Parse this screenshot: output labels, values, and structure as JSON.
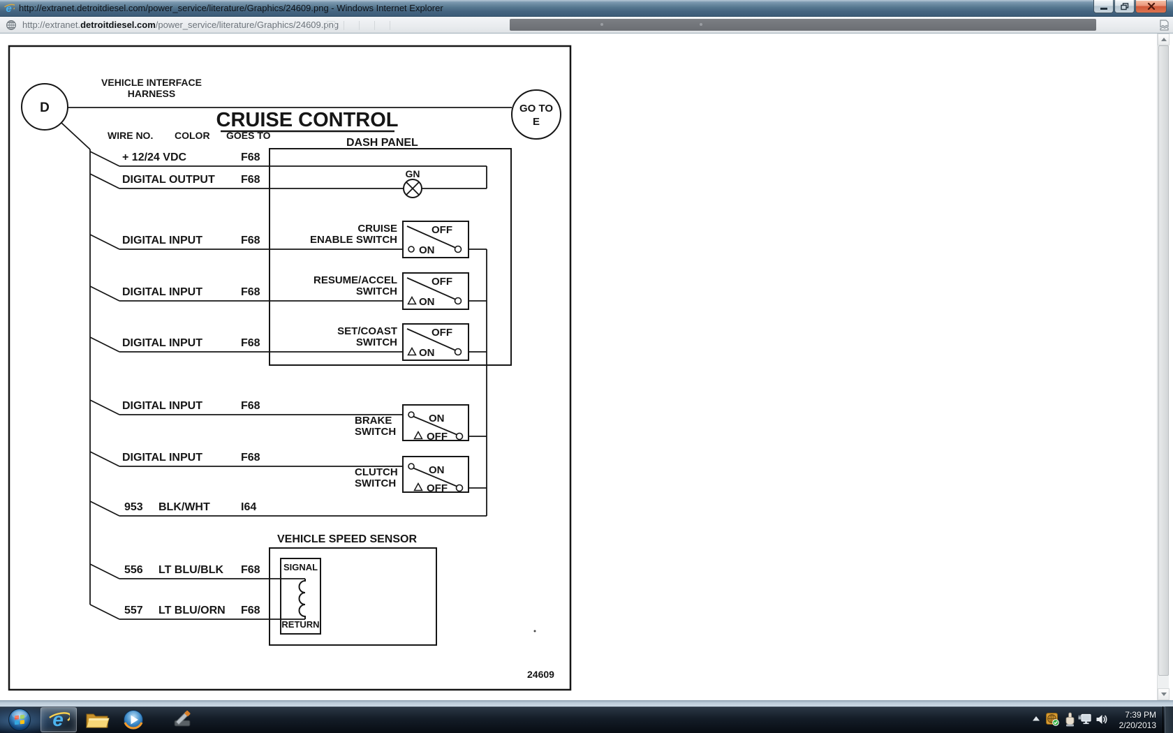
{
  "window": {
    "title": "http://extranet.detroitdiesel.com/power_service/literature/Graphics/24609.png - Windows Internet Explorer"
  },
  "address_bar": {
    "url_prefix": "http://extranet.",
    "url_domain": "detroitdiesel.com",
    "url_path": "/power_service/literature/Graphics/24609.png"
  },
  "diagram": {
    "connector_left": "D",
    "harness_line1": "VEHICLE INTERFACE",
    "harness_line2": "HARNESS",
    "title": "CRUISE CONTROL",
    "connector_right_line1": "GO TO",
    "connector_right_line2": "E",
    "columns": {
      "wire_no": "WIRE NO.",
      "color": "COLOR",
      "goes_to": "GOES TO"
    },
    "dash_panel_label": "DASH PANEL",
    "lamp_label": "GN",
    "rows": [
      {
        "label": "+ 12/24 VDC",
        "goes_to": "F68"
      },
      {
        "label": "DIGITAL OUTPUT",
        "goes_to": "F68"
      },
      {
        "label": "DIGITAL INPUT",
        "goes_to": "F68"
      },
      {
        "label": "DIGITAL INPUT",
        "goes_to": "F68"
      },
      {
        "label": "DIGITAL INPUT",
        "goes_to": "F68"
      },
      {
        "label": "DIGITAL INPUT",
        "goes_to": "F68"
      },
      {
        "label": "DIGITAL INPUT",
        "goes_to": "F68"
      },
      {
        "wire_no": "953",
        "color": "BLK/WHT",
        "goes_to": "I64"
      },
      {
        "wire_no": "556",
        "color": "LT BLU/BLK",
        "goes_to": "F68"
      },
      {
        "wire_no": "557",
        "color": "LT BLU/ORN",
        "goes_to": "F68"
      }
    ],
    "switches": [
      {
        "name_line1": "CRUISE",
        "name_line2": "ENABLE SWITCH",
        "top_label": "OFF",
        "bottom_label": "ON"
      },
      {
        "name_line1": "RESUME/ACCEL",
        "name_line2": "SWITCH",
        "top_label": "OFF",
        "bottom_label": "ON"
      },
      {
        "name_line1": "SET/COAST",
        "name_line2": "SWITCH",
        "top_label": "OFF",
        "bottom_label": "ON"
      },
      {
        "name_line1": "BRAKE",
        "name_line2": "SWITCH",
        "top_label": "ON",
        "bottom_label": "OFF"
      },
      {
        "name_line1": "CLUTCH",
        "name_line2": "SWITCH",
        "top_label": "ON",
        "bottom_label": "OFF"
      }
    ],
    "sensor": {
      "title": "VEHICLE SPEED SENSOR",
      "signal_label": "SIGNAL",
      "return_label": "RETURN"
    },
    "figure_number": "24609"
  },
  "taskbar": {
    "time": "7:39 PM",
    "date": "2/20/2013"
  },
  "icons": {
    "titlebar_left": "internet-explorer-logo",
    "address_left": "page-globe-icon",
    "address_right": "compatibility-broken-page-icon",
    "taskbar_apps": [
      "start-orb",
      "internet-explorer-icon",
      "folder-explorer-icon",
      "media-player-icon",
      "utility-tool-icon"
    ],
    "tray_icons": [
      "show-hidden-icons-arrow",
      "network-globe-check-icon",
      "touch-hand-icon",
      "network-connection-icon",
      "volume-icon"
    ]
  },
  "colors": {
    "titlebar_gradient_top": "#b9cad8",
    "titlebar_gradient_bottom": "#3c5c78",
    "close_button": "#d05a3a",
    "taskbar_bg": "#0b1119",
    "page_bg": "#ffffff",
    "diagram_ink": "#161616",
    "ie_blue": "#54b7f0"
  }
}
